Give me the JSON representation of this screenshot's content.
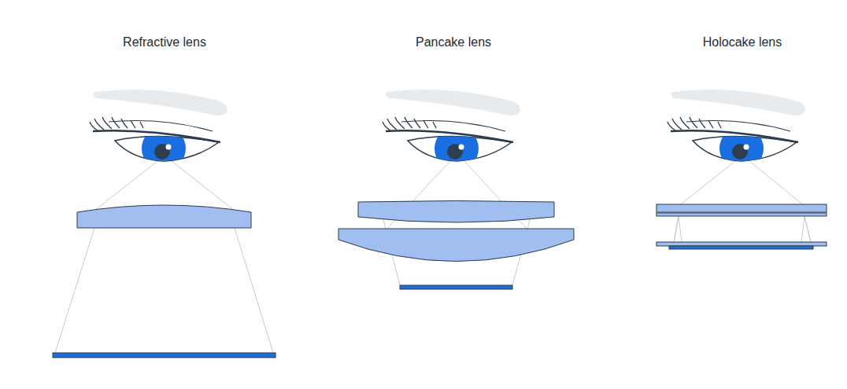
{
  "diagram": {
    "labels": [
      "Refractive lens",
      "Pancake lens",
      "Holocake lens"
    ]
  }
}
